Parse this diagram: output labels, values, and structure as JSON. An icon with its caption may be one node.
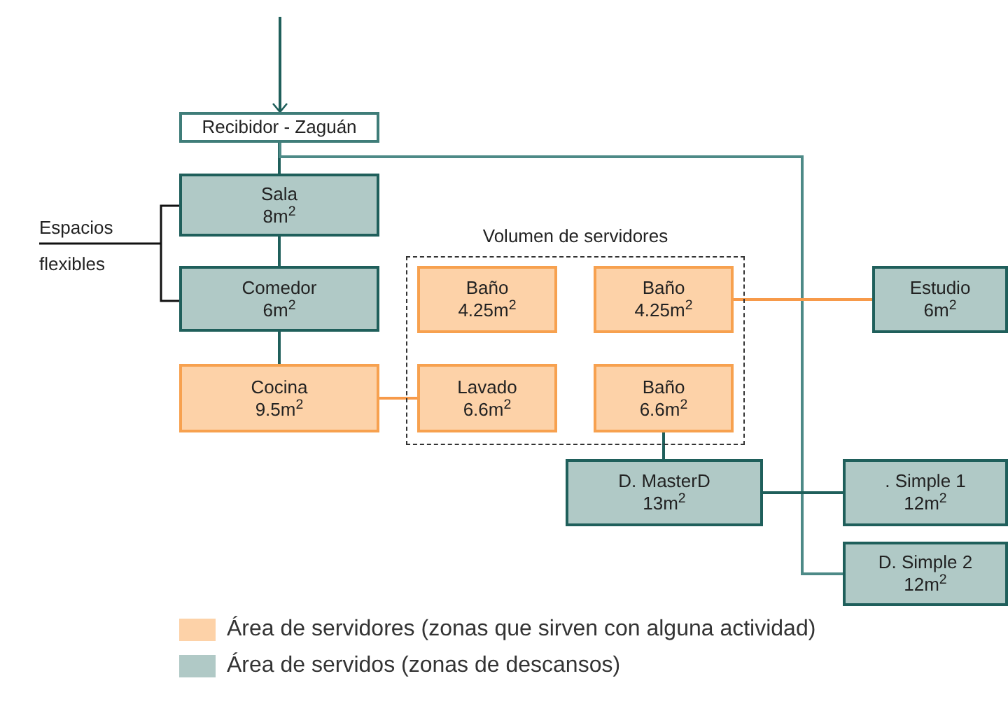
{
  "diagram": {
    "nodes": [
      {
        "text": [
          "Recibidor - Zaguán"
        ]
      },
      {
        "text": [
          "Sala",
          "8m$^{2}$"
        ]
      },
      {
        "text": [
          "Comedor",
          "6m$^{2}$"
        ]
      },
      {
        "text": [
          "Cocina",
          "9.5m$^{2}$"
        ]
      },
      {
        "text": [
          "Volumen de servidores"
        ]
      },
      {
        "text": [
          "Baño",
          "4.25m$^{2}$"
        ],
        "in": 4
      },
      {
        "text": [
          "Baño",
          "4.25m$^{2}$"
        ],
        "in": 4
      },
      {
        "text": [
          "Lavado",
          "6.6m$^{2}$"
        ],
        "in": 4
      },
      {
        "text": [
          "Baño",
          "6.6m$^{2}$"
        ],
        "in": 4
      },
      {
        "text": [
          "D. MasterD",
          "13m$^{2}$"
        ]
      },
      {
        "text": [
          "Estudio",
          "6m$^{2}$"
        ]
      },
      {
        "text": [
          ". Simple 1",
          "12m$^{2}$"
        ]
      },
      {
        "text": [
          "D. Simple 2",
          "12m$^{2}$"
        ]
      }
    ],
    "edges": [
      {
        "from": null,
        "to": 0,
        "arrow": "to"
      },
      {
        "from": 0,
        "to": 1,
        "arrow": "none"
      },
      {
        "from": 1,
        "to": 2,
        "arrow": "none"
      },
      {
        "from": 2,
        "to": 3,
        "arrow": "none"
      },
      {
        "from": 3,
        "to": 7,
        "arrow": "none",
        "color": "#f79a4a"
      },
      {
        "from": 0,
        "to": 10,
        "arrow": "none"
      },
      {
        "from": 0,
        "to": 12,
        "arrow": "none"
      },
      {
        "from": 6,
        "to": 10,
        "arrow": "none",
        "color": "#f79a4a"
      },
      {
        "from": 8,
        "to": 9,
        "arrow": "none"
      },
      {
        "from": 9,
        "to": 11,
        "arrow": "none"
      }
    ],
    "labels": [
      "Espacios flexibles"
    ],
    "legend": [
      {
        "text": "Área de servidores (zonas que sirven con alguna actividad)",
        "color": "#fdd2a8"
      },
      {
        "text": "Área de servidos (zonas de descansos)",
        "color": "#b0c9c6"
      }
    ]
  }
}
